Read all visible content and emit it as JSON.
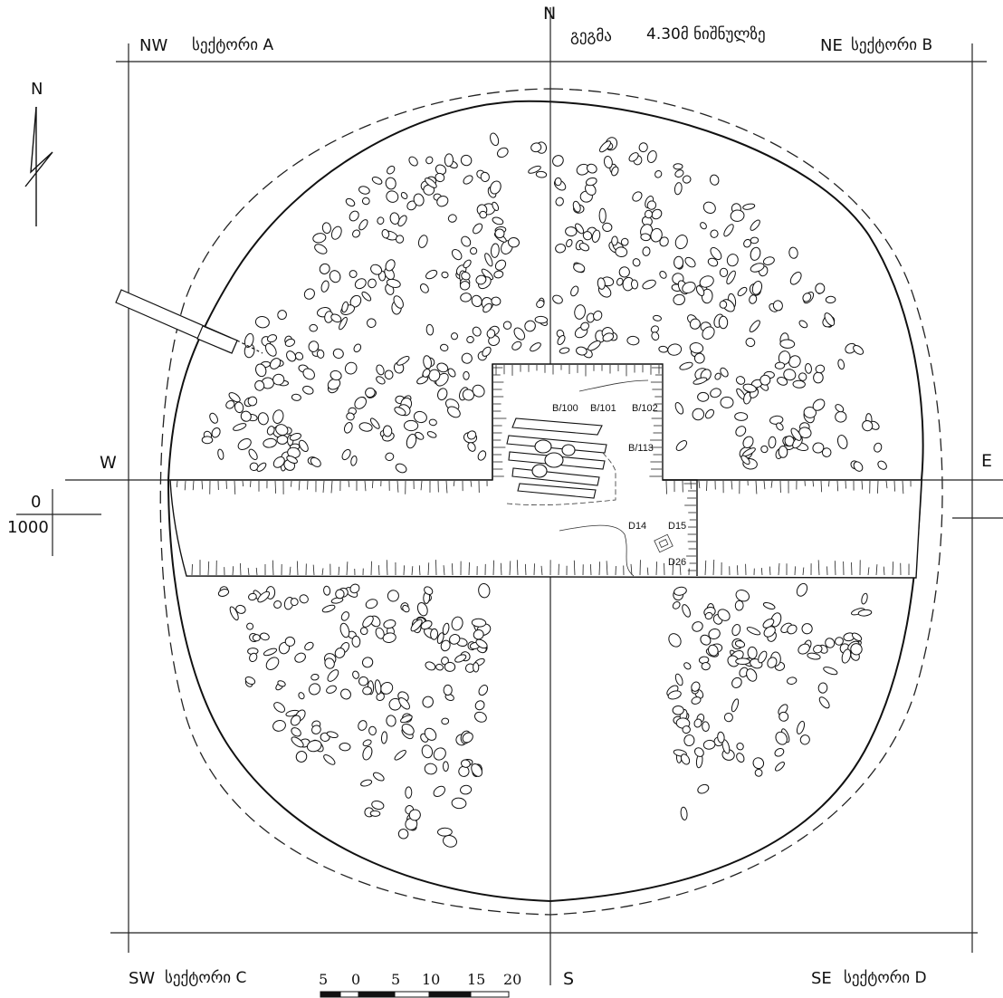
{
  "header": {
    "plan_title": "გეგმა",
    "elevation_note": "4.30მ ნიშნულზე"
  },
  "sectors": {
    "nw": {
      "dir": "NW",
      "name": "სექტორი A"
    },
    "ne": {
      "dir": "NE",
      "name": "სექტორი B"
    },
    "sw": {
      "dir": "SW",
      "name": "სექტორი C"
    },
    "se": {
      "dir": "SE",
      "name": "სექტორი D"
    }
  },
  "cardinals": {
    "north": "N",
    "south": "S",
    "west": "W",
    "east": "E"
  },
  "north_arrow": {
    "label": "N"
  },
  "elevation_marker": {
    "top": "0",
    "bottom": "1000"
  },
  "survey_points": [
    "B/100",
    "B/101",
    "B/102",
    "B/113",
    "D14",
    "D15",
    "D26"
  ],
  "scale_bar": {
    "labels": [
      "5",
      "0",
      "5",
      "10",
      "15",
      "20"
    ]
  },
  "colors": {
    "ink": "#111111",
    "paper": "#ffffff"
  }
}
